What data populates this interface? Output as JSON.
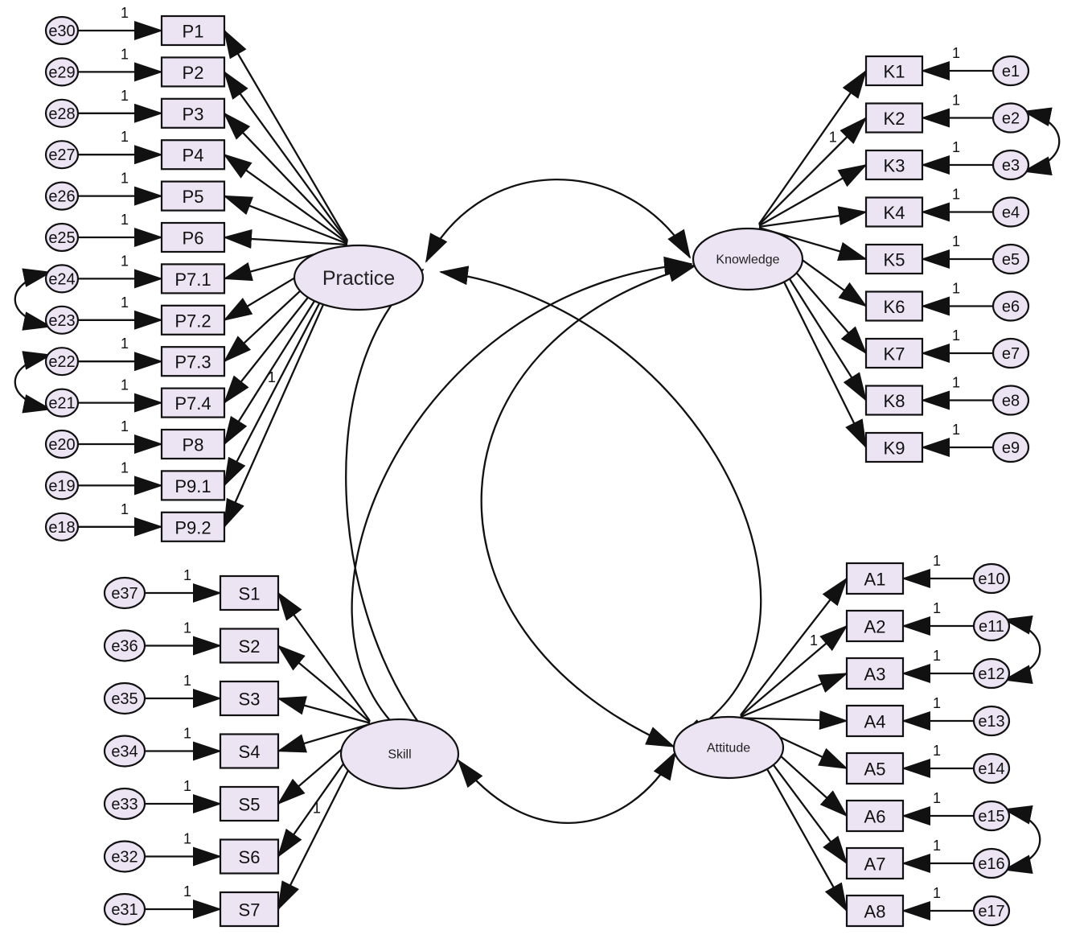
{
  "latents": [
    {
      "id": "practice",
      "label": "Practice"
    },
    {
      "id": "knowledge",
      "label": "Knowledge"
    },
    {
      "id": "skill",
      "label": "Skill"
    },
    {
      "id": "attitude",
      "label": "Attitude"
    }
  ],
  "practice_items": [
    {
      "label": "P1",
      "error": "e30"
    },
    {
      "label": "P2",
      "error": "e29"
    },
    {
      "label": "P3",
      "error": "e28"
    },
    {
      "label": "P4",
      "error": "e27"
    },
    {
      "label": "P5",
      "error": "e26"
    },
    {
      "label": "P6",
      "error": "e25"
    },
    {
      "label": "P7.1",
      "error": "e24"
    },
    {
      "label": "P7.2",
      "error": "e23"
    },
    {
      "label": "P7.3",
      "error": "e22"
    },
    {
      "label": "P7.4",
      "error": "e21"
    },
    {
      "label": "P8",
      "error": "e20"
    },
    {
      "label": "P9.1",
      "error": "e19"
    },
    {
      "label": "P9.2",
      "error": "e18"
    }
  ],
  "knowledge_items": [
    {
      "label": "K1",
      "error": "e1"
    },
    {
      "label": "K2",
      "error": "e2"
    },
    {
      "label": "K3",
      "error": "e3"
    },
    {
      "label": "K4",
      "error": "e4"
    },
    {
      "label": "K5",
      "error": "e5"
    },
    {
      "label": "K6",
      "error": "e6"
    },
    {
      "label": "K7",
      "error": "e7"
    },
    {
      "label": "K8",
      "error": "e8"
    },
    {
      "label": "K9",
      "error": "e9"
    }
  ],
  "skill_items": [
    {
      "label": "S1",
      "error": "e37"
    },
    {
      "label": "S2",
      "error": "e36"
    },
    {
      "label": "S3",
      "error": "e35"
    },
    {
      "label": "S4",
      "error": "e34"
    },
    {
      "label": "S5",
      "error": "e33"
    },
    {
      "label": "S6",
      "error": "e32"
    },
    {
      "label": "S7",
      "error": "e31"
    }
  ],
  "attitude_items": [
    {
      "label": "A1",
      "error": "e10"
    },
    {
      "label": "A2",
      "error": "e11"
    },
    {
      "label": "A3",
      "error": "e12"
    },
    {
      "label": "A4",
      "error": "e13"
    },
    {
      "label": "A5",
      "error": "e14"
    },
    {
      "label": "A6",
      "error": "e15"
    },
    {
      "label": "A7",
      "error": "e16"
    },
    {
      "label": "A8",
      "error": "e17"
    }
  ],
  "error_covariances": [
    [
      "e24",
      "e23"
    ],
    [
      "e22",
      "e21"
    ],
    [
      "e2",
      "e3"
    ],
    [
      "e11",
      "e12"
    ],
    [
      "e15",
      "e16"
    ]
  ],
  "latent_covariances": [
    [
      "practice",
      "knowledge"
    ],
    [
      "practice",
      "skill"
    ],
    [
      "practice",
      "attitude"
    ],
    [
      "knowledge",
      "skill"
    ],
    [
      "knowledge",
      "attitude"
    ],
    [
      "skill",
      "attitude"
    ]
  ],
  "fixed_loading_label": "1",
  "fixed_loadings": [
    {
      "latent": "practice",
      "item": "P8"
    },
    {
      "latent": "knowledge",
      "item": "K2"
    },
    {
      "latent": "skill",
      "item": "S6"
    },
    {
      "latent": "attitude",
      "item": "A2"
    }
  ],
  "error_path_label": "1"
}
